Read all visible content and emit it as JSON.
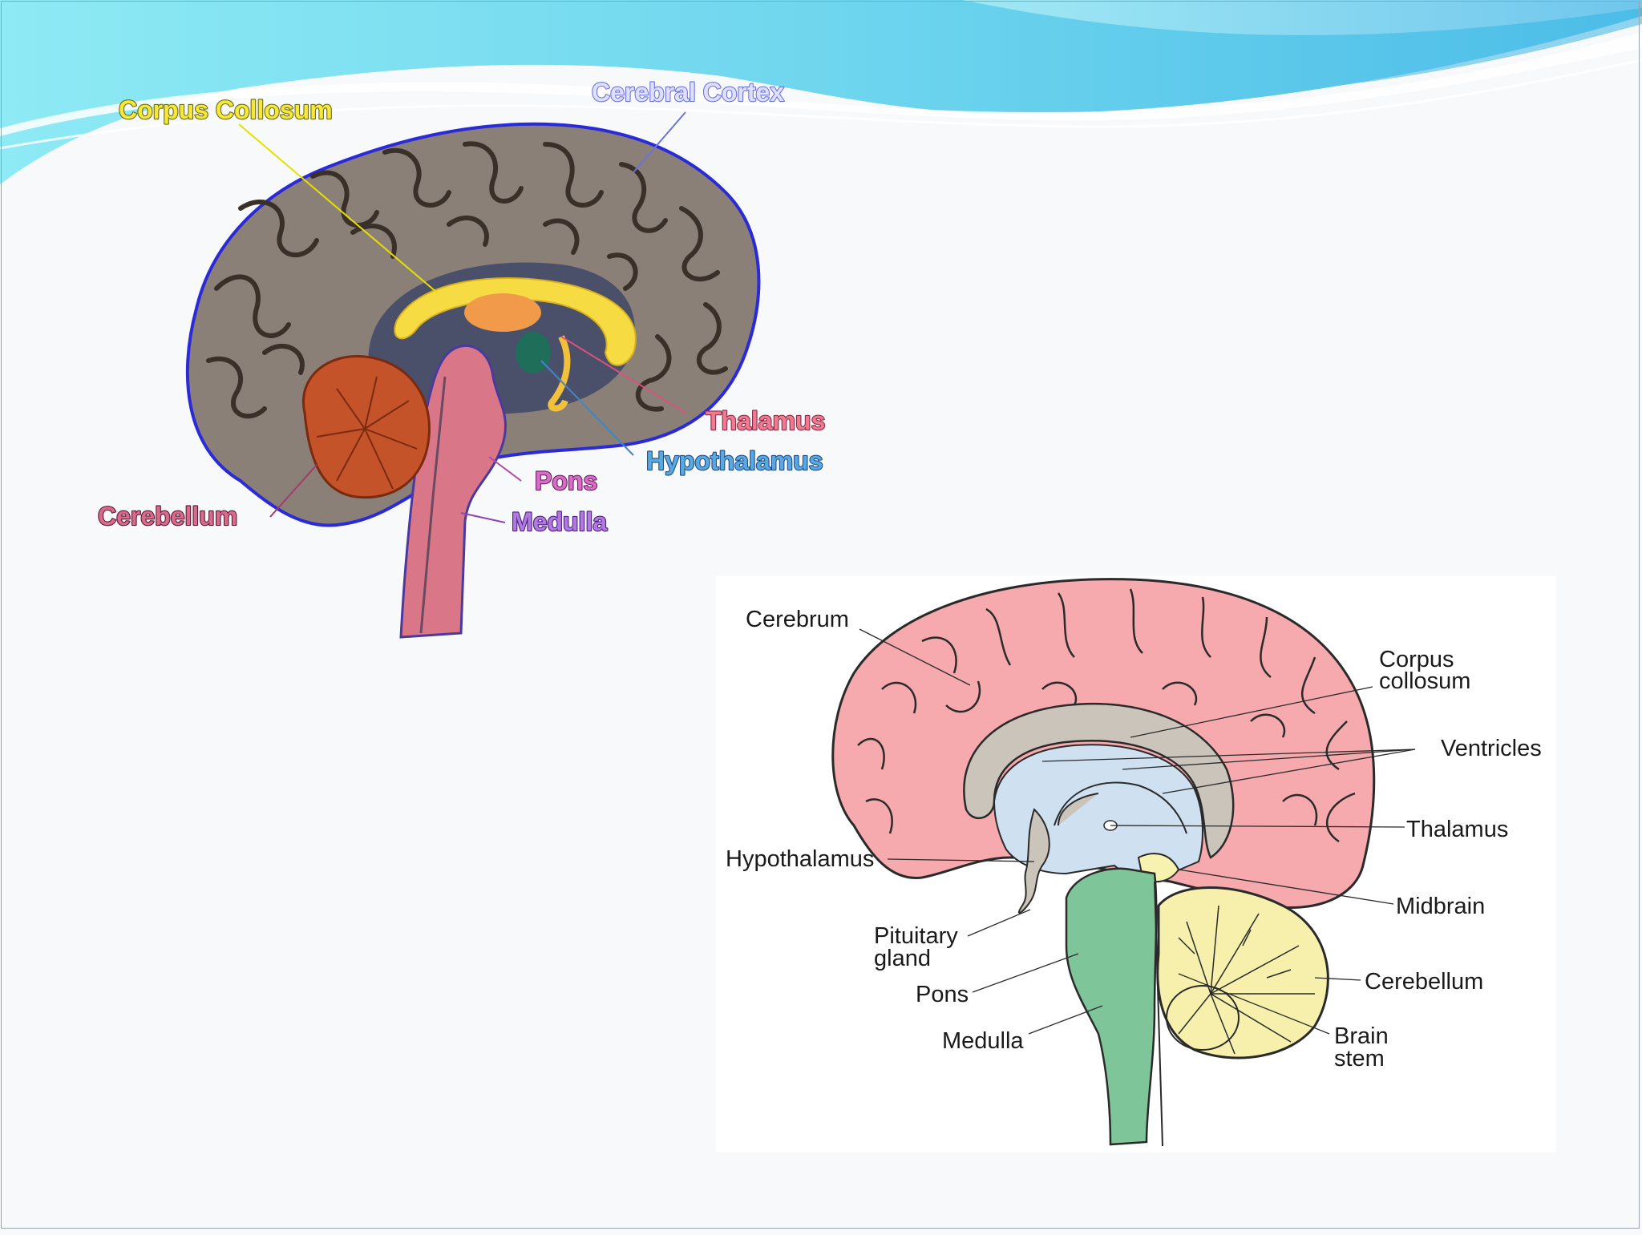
{
  "diagram1": {
    "labels": {
      "corpus": "Corpus Collosum",
      "cortex": "Cerebral Cortex",
      "thalamus": "Thalamus",
      "hypothalamus": "Hypothalamus",
      "pons": "Pons",
      "medulla": "Medulla",
      "cerebellum": "Cerebellum"
    },
    "colors": {
      "corpus": "#f5e83a",
      "cortex": "#6e73d8",
      "thalamus": "#d9537d",
      "hypothalamus": "#3f86c4",
      "pons": "#b24ba3",
      "medulla": "#8a47b5",
      "cerebellum": "#a53a66"
    }
  },
  "diagram2": {
    "labels": {
      "cerebrum": "Cerebrum",
      "corpus_line1": "Corpus",
      "corpus_line2": "collosum",
      "ventricles": "Ventricles",
      "thalamus": "Thalamus",
      "hypothalamus": "Hypothalamus",
      "midbrain": "Midbrain",
      "pituitary_line1": "Pituitary",
      "pituitary_line2": "gland",
      "cerebellum": "Cerebellum",
      "pons": "Pons",
      "brainstem_line1": "Brain",
      "brainstem_line2": "stem",
      "medulla": "Medulla"
    }
  }
}
